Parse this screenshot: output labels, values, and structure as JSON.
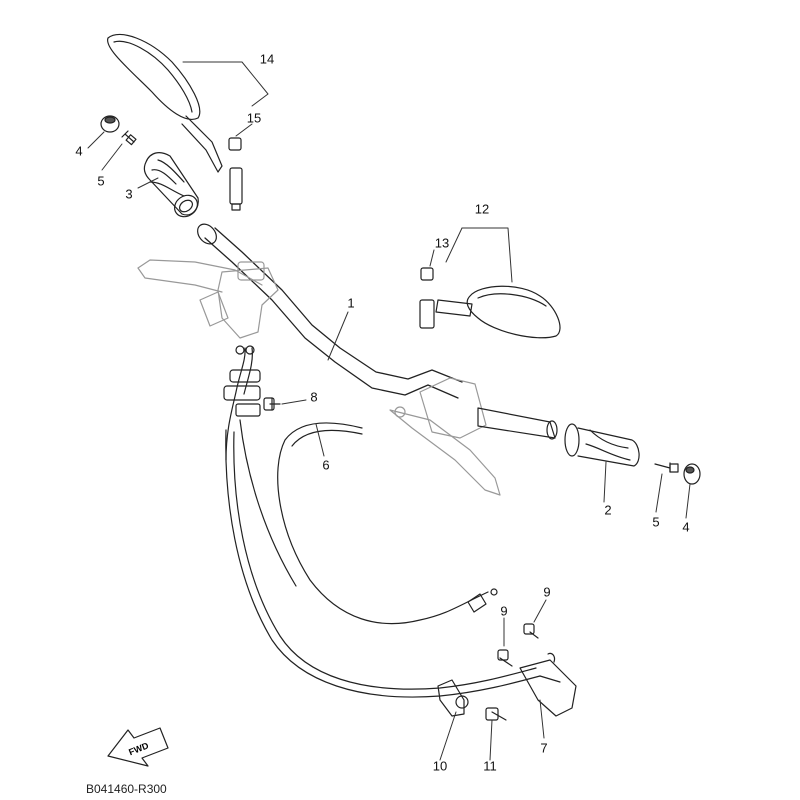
{
  "callouts": {
    "c1": "1",
    "c2": "2",
    "c3": "3",
    "c4a": "4",
    "c4b": "4",
    "c5a": "5",
    "c5b": "5",
    "c6": "6",
    "c7": "7",
    "c8": "8",
    "c9a": "9",
    "c9b": "9",
    "c10": "10",
    "c11": "11",
    "c12": "12",
    "c13": "13",
    "c14": "14",
    "c15": "15"
  },
  "fwd": "FWD",
  "diagram_code": "B041460-R300"
}
